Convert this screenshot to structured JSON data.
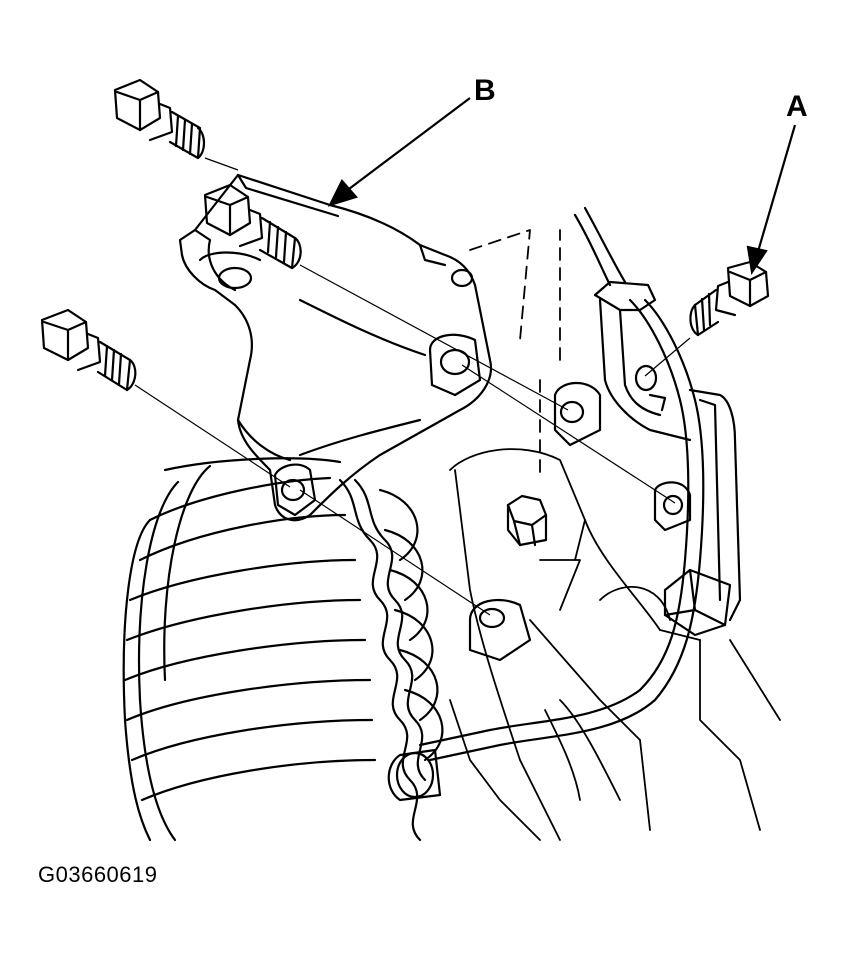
{
  "diagram": {
    "callouts": {
      "a": "A",
      "b": "B"
    },
    "figure_code": "G03660619"
  },
  "colors": {
    "line": "#000000",
    "background": "#ffffff"
  }
}
